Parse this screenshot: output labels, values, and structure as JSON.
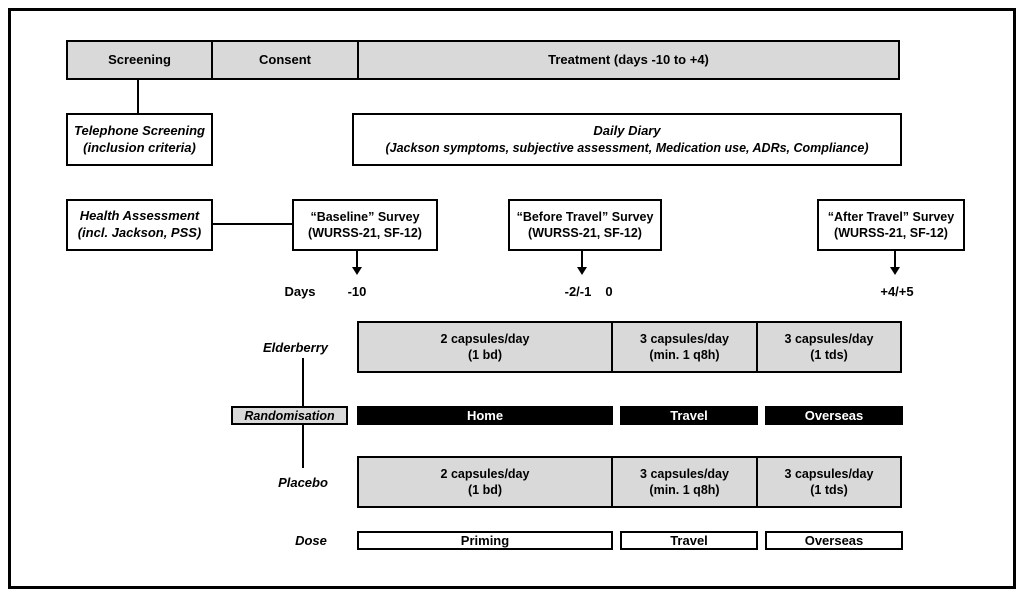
{
  "phases": [
    {
      "label": "Screening"
    },
    {
      "label": "Consent"
    },
    {
      "label": "Treatment (days -10 to +4)"
    }
  ],
  "telephone_screening": {
    "line1": "Telephone Screening",
    "line2": "(inclusion criteria)"
  },
  "daily_diary": {
    "line1": "Daily Diary",
    "line2": "(Jackson symptoms, subjective assessment, Medication use, ADRs, Compliance)"
  },
  "health_assessment": {
    "line1": "Health Assessment",
    "line2": "(incl. Jackson, PSS)"
  },
  "surveys": [
    {
      "line1": "“Baseline” Survey",
      "line2": "(WURSS-21, SF-12)"
    },
    {
      "line1": "“Before Travel” Survey",
      "line2": "(WURSS-21, SF-12)"
    },
    {
      "line1": "“After Travel” Survey",
      "line2": "(WURSS-21, SF-12)"
    }
  ],
  "timeline": {
    "axis_label": "Days",
    "tick_baseline": "-10",
    "tick_before": "-2/-1",
    "tick_zero": "0",
    "tick_after": "+4/+5"
  },
  "randomisation_label": "Randomisation",
  "arms": {
    "elderberry": {
      "label": "Elderberry",
      "doses": [
        {
          "line1": "2 capsules/day",
          "line2": "(1 bd)"
        },
        {
          "line1": "3 capsules/day",
          "line2": "(min. 1 q8h)"
        },
        {
          "line1": "3 capsules/day",
          "line2": "(1 tds)"
        }
      ]
    },
    "placebo": {
      "label": "Placebo",
      "doses": [
        {
          "line1": "2 capsules/day",
          "line2": "(1 bd)"
        },
        {
          "line1": "3 capsules/day",
          "line2": "(min. 1 q8h)"
        },
        {
          "line1": "3 capsules/day",
          "line2": "(1 tds)"
        }
      ]
    }
  },
  "periods": [
    {
      "label": "Home"
    },
    {
      "label": "Travel"
    },
    {
      "label": "Overseas"
    }
  ],
  "dose_row": {
    "label": "Dose",
    "phases": [
      {
        "label": "Priming"
      },
      {
        "label": "Travel"
      },
      {
        "label": "Overseas"
      }
    ]
  },
  "colors": {
    "box_fill": "#d9d9d9",
    "bar_fill": "#000000",
    "border": "#000000",
    "background": "#ffffff"
  }
}
